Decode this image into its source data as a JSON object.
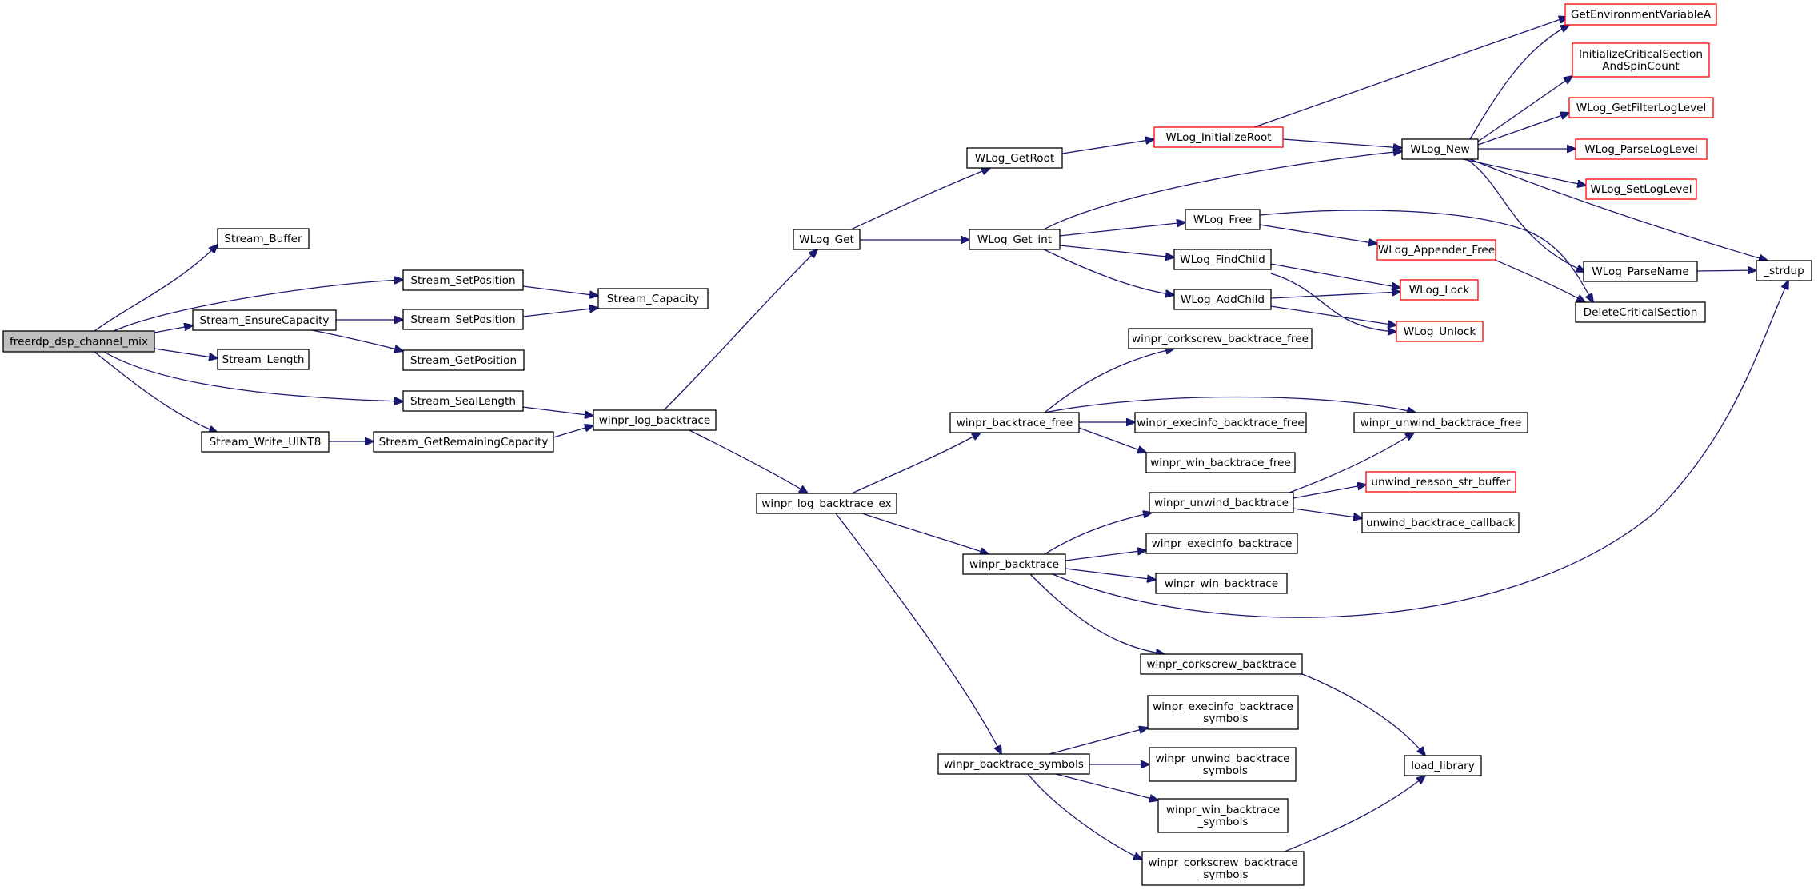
{
  "diagram": {
    "type": "call-graph",
    "colors": {
      "edge": "#191970",
      "root_fill": "#bfbfbf",
      "external_border": "#ff0000",
      "node_border": "#000000"
    },
    "nodes": [
      {
        "id": "root",
        "label": "freerdp_dsp_channel_mix",
        "kind": "root"
      },
      {
        "id": "sbuf",
        "label": "Stream_Buffer"
      },
      {
        "id": "ssp1",
        "label": "Stream_SetPosition"
      },
      {
        "id": "sec",
        "label": "Stream_EnsureCapacity"
      },
      {
        "id": "ssp2",
        "label": "Stream_SetPosition"
      },
      {
        "id": "scap",
        "label": "Stream_Capacity"
      },
      {
        "id": "slen",
        "label": "Stream_Length"
      },
      {
        "id": "sgp",
        "label": "Stream_GetPosition"
      },
      {
        "id": "sseal",
        "label": "Stream_SealLength"
      },
      {
        "id": "swu8",
        "label": "Stream_Write_UINT8"
      },
      {
        "id": "sgrc",
        "label": "Stream_GetRemainingCapacity"
      },
      {
        "id": "wlb",
        "label": "winpr_log_backtrace"
      },
      {
        "id": "wlg",
        "label": "WLog_Get"
      },
      {
        "id": "wlbex",
        "label": "winpr_log_backtrace_ex"
      },
      {
        "id": "wgr",
        "label": "WLog_GetRoot"
      },
      {
        "id": "wgi",
        "label": "WLog_Get_int"
      },
      {
        "id": "wir",
        "label": "WLog_InitializeRoot",
        "kind": "external"
      },
      {
        "id": "wnew",
        "label": "WLog_New"
      },
      {
        "id": "gev",
        "label": "GetEnvironmentVariableA",
        "kind": "external"
      },
      {
        "id": "icsa",
        "label": "InitializeCriticalSection\nAndSpinCount",
        "kind": "external"
      },
      {
        "id": "wgfl",
        "label": "WLog_GetFilterLogLevel",
        "kind": "external"
      },
      {
        "id": "wpll",
        "label": "WLog_ParseLogLevel",
        "kind": "external"
      },
      {
        "id": "wsll",
        "label": "WLog_SetLogLevel",
        "kind": "external"
      },
      {
        "id": "wpn",
        "label": "WLog_ParseName"
      },
      {
        "id": "strdup",
        "label": "_strdup"
      },
      {
        "id": "dcs",
        "label": "DeleteCriticalSection"
      },
      {
        "id": "wfree",
        "label": "WLog_Free"
      },
      {
        "id": "waf",
        "label": "WLog_Appender_Free",
        "kind": "external"
      },
      {
        "id": "wfc",
        "label": "WLog_FindChild"
      },
      {
        "id": "wac",
        "label": "WLog_AddChild"
      },
      {
        "id": "wlock",
        "label": "WLog_Lock",
        "kind": "external"
      },
      {
        "id": "wunlock",
        "label": "WLog_Unlock",
        "kind": "external"
      },
      {
        "id": "wbf",
        "label": "winpr_backtrace_free"
      },
      {
        "id": "wcbf",
        "label": "winpr_corkscrew_backtrace_free"
      },
      {
        "id": "webf",
        "label": "winpr_execinfo_backtrace_free"
      },
      {
        "id": "wubf",
        "label": "winpr_unwind_backtrace_free"
      },
      {
        "id": "wwbf",
        "label": "winpr_win_backtrace_free"
      },
      {
        "id": "wb",
        "label": "winpr_backtrace"
      },
      {
        "id": "wub",
        "label": "winpr_unwind_backtrace"
      },
      {
        "id": "ursb",
        "label": "unwind_reason_str_buffer",
        "kind": "external"
      },
      {
        "id": "ubc",
        "label": "unwind_backtrace_callback"
      },
      {
        "id": "web",
        "label": "winpr_execinfo_backtrace"
      },
      {
        "id": "wwb",
        "label": "winpr_win_backtrace"
      },
      {
        "id": "wcb",
        "label": "winpr_corkscrew_backtrace"
      },
      {
        "id": "wbs",
        "label": "winpr_backtrace_symbols"
      },
      {
        "id": "webs",
        "label": "winpr_execinfo_backtrace\n_symbols"
      },
      {
        "id": "wubs",
        "label": "winpr_unwind_backtrace\n_symbols"
      },
      {
        "id": "wwbs",
        "label": "winpr_win_backtrace\n_symbols"
      },
      {
        "id": "wcbs",
        "label": "winpr_corkscrew_backtrace\n_symbols"
      },
      {
        "id": "ll",
        "label": "load_library"
      }
    ]
  }
}
